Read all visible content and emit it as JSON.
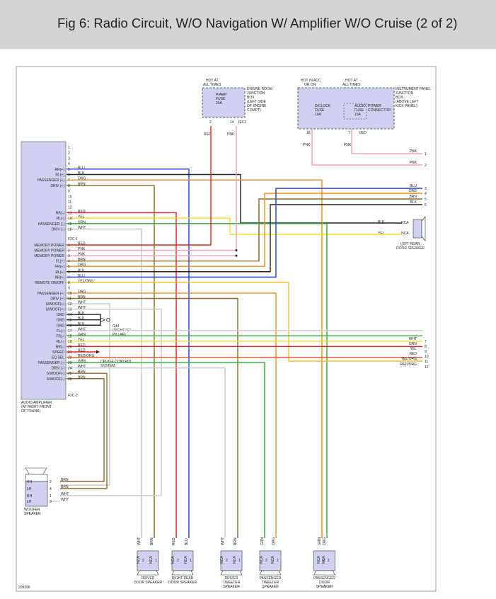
{
  "title": "Fig 6: Radio Circuit, W/O Navigation W/ Amplifier W/O Cruise (2 of 2)",
  "figure_number": "209396",
  "colors": {
    "BLU": "#1f3fd6",
    "BLK": "#222222",
    "ORG": "#f08a18",
    "BRN": "#8b6a2e",
    "RED": "#e82020",
    "YEL": "#f0e020",
    "GRN": "#2fa838",
    "WHT": "#c8c8c8",
    "PNK": "#f0a0b4",
    "YEL/ORG": "#f4c020",
    "RED/ORG": "#f05020",
    "fuse_box": "#d0d0f0"
  },
  "amplifier": {
    "name": [
      "AUDIO AMPLIFIER",
      "(AT RIGHT FRONT",
      "OF TRUNK)"
    ],
    "connector_top": "F2C-1",
    "connector_mid": "F2C-1",
    "connector_bottom": "F2C-2"
  },
  "amp_pins": [
    {
      "label": "",
      "pin": "1",
      "wire": ""
    },
    {
      "label": "",
      "pin": "2",
      "wire": ""
    },
    {
      "label": "",
      "pin": "3",
      "wire": ""
    },
    {
      "label": "",
      "pin": "4",
      "wire": ""
    },
    {
      "label": "RR(+)",
      "pin": "5",
      "wire": "BLU"
    },
    {
      "label": "RL(+)",
      "pin": "6",
      "wire": "BLK"
    },
    {
      "label": "PASSENGER (+)",
      "pin": "7",
      "wire": "ORG"
    },
    {
      "label": "DRIV (+)",
      "pin": "8",
      "wire": "BRN"
    },
    {
      "label": "",
      "pin": "9",
      "wire": ""
    },
    {
      "label": "",
      "pin": "10",
      "wire": ""
    },
    {
      "label": "",
      "pin": "11",
      "wire": ""
    },
    {
      "label": "",
      "pin": "12",
      "wire": ""
    },
    {
      "label": "RR(-)",
      "pin": "13",
      "wire": "RED"
    },
    {
      "label": "RL(-)",
      "pin": "14",
      "wire": "YEL"
    },
    {
      "label": "PASSENGER (-)",
      "pin": "15",
      "wire": "GRN"
    },
    {
      "label": "DRIV (-)",
      "pin": "16",
      "wire": "WHT"
    },
    {
      "label": "MEMORY POWER",
      "pin": "1",
      "wire": "RED"
    },
    {
      "label": "MEMORY POWER",
      "pin": "2",
      "wire": "PNK"
    },
    {
      "label": "MEMORY POWER",
      "pin": "3",
      "wire": "PNK"
    },
    {
      "label": "FL(+)",
      "pin": "4",
      "wire": "BRN"
    },
    {
      "label": "FR(+)",
      "pin": "5",
      "wire": "ORG"
    },
    {
      "label": "RL(+)",
      "pin": "6",
      "wire": "BLK"
    },
    {
      "label": "RR(+)",
      "pin": "7",
      "wire": "BLU"
    },
    {
      "label": "REMOTE ON/OFF",
      "pin": "8",
      "wire": "YEL/ORG"
    },
    {
      "label": "",
      "pin": "9",
      "wire": ""
    },
    {
      "label": "PASSENGER (+)",
      "pin": "10",
      "wire": "ORG"
    },
    {
      "label": "DRIV (+)",
      "pin": "11",
      "wire": "BRN"
    },
    {
      "label": "S/WOOF(+)",
      "pin": "12",
      "wire": "WHT"
    },
    {
      "label": "S/WOOF(+)",
      "pin": "13",
      "wire": "WHT"
    },
    {
      "label": "GND",
      "pin": "14",
      "wire": "BLK"
    },
    {
      "label": "GND",
      "pin": "15",
      "wire": "BLK"
    },
    {
      "label": "GND",
      "pin": "16",
      "wire": "BLK"
    },
    {
      "label": "FL(-)",
      "pin": "17",
      "wire": "WHT"
    },
    {
      "label": "FR(-)",
      "pin": "18",
      "wire": "GRN"
    },
    {
      "label": "RL(-)",
      "pin": "19",
      "wire": "YEL"
    },
    {
      "label": "RR(-)",
      "pin": "20",
      "wire": "RED"
    },
    {
      "label": "SPEED",
      "pin": "21",
      "wire": "RED"
    },
    {
      "label": "EQ SEL",
      "pin": "22",
      "wire": "RED/ORG"
    },
    {
      "label": "PASSENGER (-)",
      "pin": "23",
      "wire": "GRN"
    },
    {
      "label": "DRIV (-)",
      "pin": "24",
      "wire": "WHT"
    },
    {
      "label": "S/WOOF(-)",
      "pin": "25",
      "wire": "BRN"
    },
    {
      "label": "S/WOOF(-)",
      "pin": "26",
      "wire": "BRN"
    }
  ],
  "fuse_box_1": {
    "hot": [
      "HOT AT",
      "ALL TIMES"
    ],
    "fuse": [
      "P/AMP",
      "FUSE",
      "20A"
    ],
    "box": [
      "ENGINE ROOM",
      "JUNCTION",
      "BOX",
      "(LEFT SIDE",
      "OF ENGINE",
      "COMPT)"
    ],
    "pin_a": "2",
    "pin_b": "14",
    "connector": "JEC1",
    "wire_a": "RED",
    "wire_b": "PNK"
  },
  "fuse_box_2": {
    "hot_a": [
      "HOT IN ACC",
      "OR ON"
    ],
    "hot_b": [
      "HOT AT",
      "ALL TIMES"
    ],
    "fuse_a": [
      "D/CLOCK",
      "FUSE",
      "10A"
    ],
    "fuse_b": [
      "AUDIO",
      "FUSE",
      "15A"
    ],
    "power_connector": [
      "POWER",
      "CONNECTOR"
    ],
    "box": [
      "INSTRUMENT PANEL",
      "JUNCTION",
      "BOX",
      "(ABOVE LEFT",
      "KICK PANEL)"
    ],
    "pin_a": "18",
    "pin_b": "7",
    "connector": "I/ED",
    "wire_a": "PNK",
    "wire_b": "PNK"
  },
  "right_offpage": [
    {
      "wire": "PNK",
      "num": "1"
    },
    {
      "wire": "PNK",
      "num": "2"
    },
    {
      "wire": "BLU",
      "num": "3"
    },
    {
      "wire": "ORG",
      "num": "4"
    },
    {
      "wire": "BRN",
      "num": "5"
    },
    {
      "wire": "BLK",
      "num": "6"
    },
    {
      "wire": "WHT",
      "num": "7"
    },
    {
      "wire": "GRN",
      "num": "8"
    },
    {
      "wire": "YEL",
      "num": "9"
    },
    {
      "wire": "RED",
      "num": "10"
    },
    {
      "wire": "YEL/ORG",
      "num": "11"
    },
    {
      "wire": "RED/ORG",
      "num": "12"
    }
  ],
  "left_rear_speaker": {
    "name": [
      "LEFT REAR",
      "DOOR SPEAKER"
    ],
    "wire_a": "BLK",
    "wire_b": "YEL",
    "connector": "NCA"
  },
  "ground": {
    "name": "G44",
    "location": [
      "(RIGHT \"C\"",
      "PILLAR)"
    ]
  },
  "cruise": [
    "CRUISE CONTROL",
    "SYSTEM"
  ],
  "woofer": {
    "name": [
      "WOOFER",
      "SPEAKER"
    ],
    "pins": [
      {
        "label": "RH",
        "pin": "2",
        "wire": "BRN"
      },
      {
        "label": "LH",
        "pin": "4",
        "wire": "BRN"
      },
      {
        "label": "RH",
        "pin": "1",
        "wire": "WHT"
      },
      {
        "label": "LH",
        "pin": "3",
        "wire": "WHT"
      }
    ]
  },
  "bottom_speakers": [
    {
      "name": [
        "DRIVER",
        "DOOR SPEAKER"
      ],
      "wires": [
        "WHT",
        "BRN"
      ],
      "pins": [
        "2",
        "1"
      ],
      "conn": "NCA"
    },
    {
      "name": [
        "RIGHT REAR",
        "DOOR SPEAKER"
      ],
      "wires": [
        "RED",
        "BLU"
      ],
      "pins": [
        "2",
        "1"
      ],
      "conn": "NCA"
    },
    {
      "name": [
        "DRIVER",
        "TWEETER",
        "SPEAKER"
      ],
      "wires": [
        "WHT",
        "BRN"
      ],
      "pins": [
        "2",
        "1"
      ],
      "conn": "NCA"
    },
    {
      "name": [
        "PASSENGER",
        "TWEETER",
        "SPEAKER"
      ],
      "wires": [
        "GRN",
        "ORG"
      ],
      "pins": [
        "2",
        "1"
      ],
      "conn": "NCA"
    },
    {
      "name": [
        "PASSENGER",
        "DOOR",
        "SPEAKER"
      ],
      "wires": [
        "GRN",
        "ORG"
      ],
      "pins": [
        "2",
        "1"
      ],
      "conn": "NCA"
    }
  ]
}
